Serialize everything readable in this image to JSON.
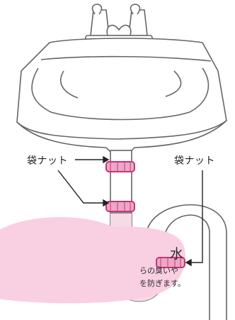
{
  "labels": {
    "nut_left": "袋ナット",
    "nut_right": "袋ナット"
  },
  "callout": {
    "title": "水",
    "line1": "らの臭いや",
    "line2": "を防ぎます。"
  },
  "colors": {
    "line": "#666666",
    "pipe_fill": "#f5dbe6",
    "callout_bg": "#f9cfe2",
    "nut_stroke": "#cc3377",
    "nut_fill": "#e9a9c6",
    "label_text": "#222222"
  }
}
